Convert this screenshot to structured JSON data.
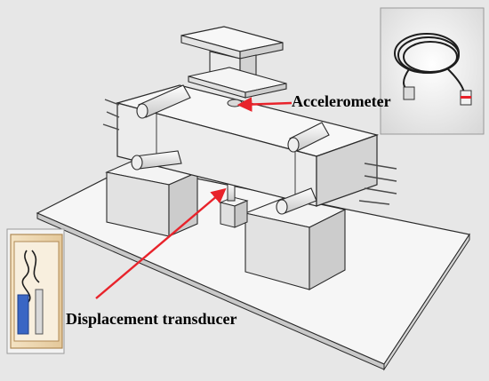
{
  "labels": {
    "accelerometer": "Accelerometer",
    "displacement_transducer": "Displacement transducer"
  },
  "colors": {
    "background": "#e7e7e7",
    "line": "#2b2b2b",
    "face_light": "#f6f6f6",
    "face_mid": "#dedede",
    "face_dark": "#c9c9c9",
    "arrow": "#e8232b"
  },
  "icons": {
    "accelerometer_photo": "coiled-cable-with-connector-photo",
    "transducer_photo": "boxed-transducer-photo"
  }
}
